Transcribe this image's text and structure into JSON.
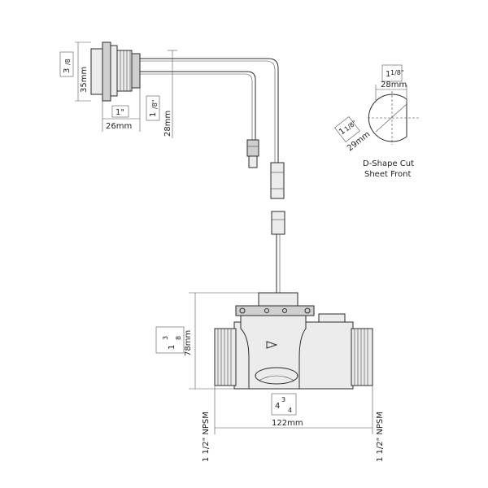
{
  "diagram": {
    "top_left": {
      "dia_35_prefix": "3",
      "dia_35_frac": "/8",
      "dia_35_mm": "35mm",
      "len_1in": "1\"",
      "len_26mm": "26mm",
      "dia_28_prefix": "1",
      "dia_28_frac": "/8\"",
      "dia_28_mm": "28mm"
    },
    "dshape": {
      "width_in_whole": "1",
      "width_in_frac": "1/8\"",
      "width_mm": "28mm",
      "dia_in_whole": "1",
      "dia_in_frac": "1/8\"",
      "dia_mm": "29mm",
      "caption_line1": "D-Shape Cut",
      "caption_line2": "Sheet Front"
    },
    "valve": {
      "height_in_whole": "1",
      "height_in_frac_top": "3",
      "height_in_frac_bot": "8",
      "height_mm": "78mm",
      "width_in_whole": "4",
      "width_in_frac_top": "3",
      "width_in_frac_bot": "4",
      "width_mm": "122mm",
      "left_thread": "1 1/2\" NPSM",
      "right_thread": "1 1/2\" NPSM"
    }
  }
}
